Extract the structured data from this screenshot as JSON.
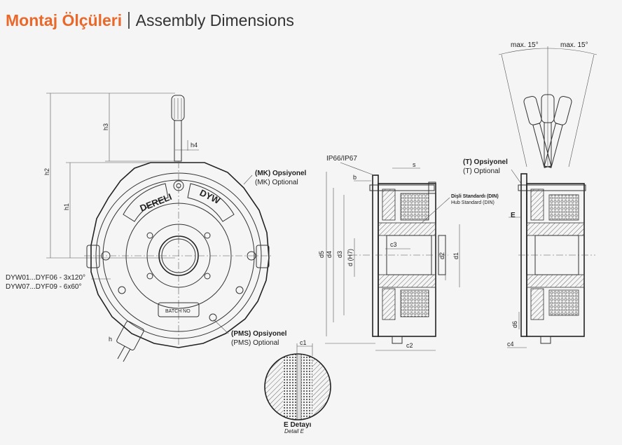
{
  "header": {
    "title_tr": "Montaj Ölçüleri",
    "title_en": "Assembly Dimensions"
  },
  "front_view": {
    "brand_left": "DERELI",
    "brand_right": "DYW",
    "batch_label": "BATCH NO",
    "dims": {
      "h1": "h1",
      "h2": "h2",
      "h3": "h3",
      "h4": "h4",
      "h": "h"
    },
    "variant_1": "DYW01...DYF06 - 3x120°",
    "variant_2": "DYW07...DYF09 - 6x60°",
    "mk_title": "(MK) Opsiyonel",
    "mk_subtitle": "(MK) Optional",
    "pms_title": "(PMS) Opsiyonel",
    "pms_subtitle": "(PMS) Optional"
  },
  "section_view": {
    "ip_label": "IP66/IP67",
    "dims": {
      "s": "s",
      "b": "b",
      "d5": "d5",
      "d4": "d4",
      "d3": "d3",
      "d_h7": "d (H7)",
      "c3": "c3",
      "d2": "d2",
      "d1": "d1",
      "c1": "c1",
      "c2": "c2"
    },
    "hub_tr": "Dişli Standardı (DIN)",
    "hub_en": "Hub Standard (DIN)"
  },
  "side_view": {
    "angle_left": "max. 15°",
    "angle_right": "max. 15°",
    "t_title": "(T) Opsiyonel",
    "t_subtitle": "(T) Optional",
    "marker_e": "E",
    "dims": {
      "d6": "d6",
      "c4": "c4"
    }
  },
  "detail": {
    "title_tr": "E Detayı",
    "title_en": "Detail E"
  },
  "colors": {
    "accent": "#e9682a",
    "line": "#333333"
  }
}
